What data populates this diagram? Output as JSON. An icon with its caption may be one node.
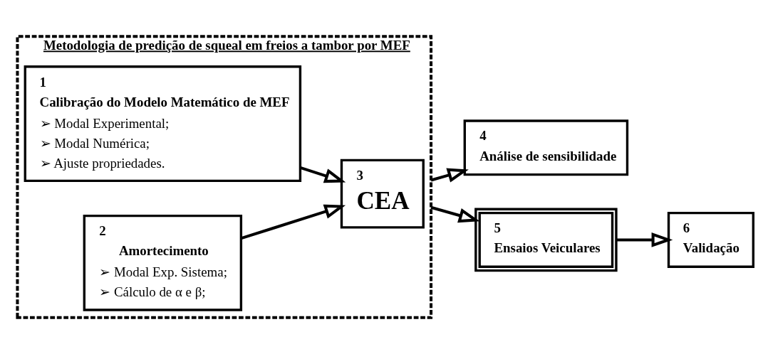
{
  "diagram": {
    "nodes": [
      {
        "text": [
          "Metodologia de predição de squeal em freios a tambor por MEF"
        ]
      },
      {
        "text": [
          "1",
          "Calibração do Modelo Matemático de MEF",
          "➢ Modal Experimental;",
          "➢ Modal Numérica;",
          "➢ Ajuste propriedades."
        ],
        "in": 0
      },
      {
        "text": [
          "3",
          "CEA"
        ],
        "in": 0
      },
      {
        "text": [
          "2",
          "Amortecimento",
          "➢ Modal Exp. Sistema;",
          "➢ Cálculo de α e β;"
        ],
        "in": 0
      },
      {
        "text": [
          "4",
          "Análise de sensibilidade"
        ]
      },
      {
        "text": [
          "5",
          "Ensaios Veiculares"
        ]
      },
      {
        "text": [
          "6",
          "Validação"
        ]
      }
    ],
    "edges": [
      {
        "from": 1,
        "to": 2,
        "arrow": "to"
      },
      {
        "from": 3,
        "to": 2,
        "arrow": "to"
      },
      {
        "from": 0,
        "to": 4,
        "arrow": "to"
      },
      {
        "from": 0,
        "to": 5,
        "arrow": "to"
      },
      {
        "from": 5,
        "to": 6,
        "arrow": "to"
      }
    ]
  }
}
